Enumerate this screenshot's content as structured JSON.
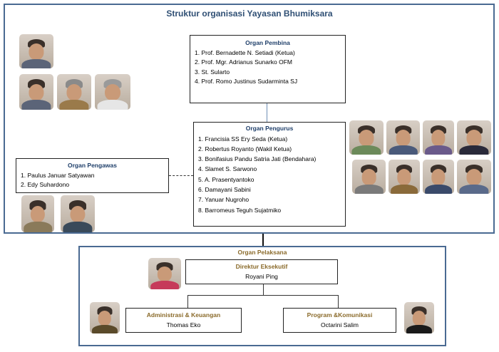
{
  "title": "Struktur organisasi Yayasan Bhumiksara",
  "pembina": {
    "heading": "Organ Pembina",
    "members": [
      "1. Prof. Bernadette N. Setiadi (Ketua)",
      "2. Prof. Mgr. Adrianus Sunarko OFM",
      "3.  St. Sularto",
      "4.  Prof. Romo Justinus Sudarminta SJ"
    ]
  },
  "pengurus": {
    "heading": "Organ Pengurus",
    "members": [
      "1. Francisia SS Ery Seda (Ketua)",
      "2. Robertus Royanto (Wakil Ketua)",
      "3. Bonifasius Pandu Satria Jati (Bendahara)",
      "4. Slamet S. Sarwono",
      "5. A. Prasentyantoko",
      "6. Damayani Sabini",
      "7. Yanuar Nugroho",
      "8. Barromeus Teguh Sujatmiko"
    ]
  },
  "pengawas": {
    "heading": "Organ Pengawas",
    "members": [
      "1. Paulus Januar Satyawan",
      "2. Edy Suhardono"
    ]
  },
  "pelaksana": {
    "heading": "Organ Pelaksana",
    "direktur": {
      "heading": "Direktur Eksekutif",
      "name": "Royani Ping"
    },
    "admin": {
      "heading": "Administrasi & Keuangan",
      "name": "Thomas Eko"
    },
    "program": {
      "heading": "Program &Komunikasi",
      "name": "Octarini Salim"
    }
  },
  "colors": {
    "frame": "#4a6a92",
    "heading_blue": "#1f3f6a",
    "heading_gold": "#8a6a2a"
  }
}
